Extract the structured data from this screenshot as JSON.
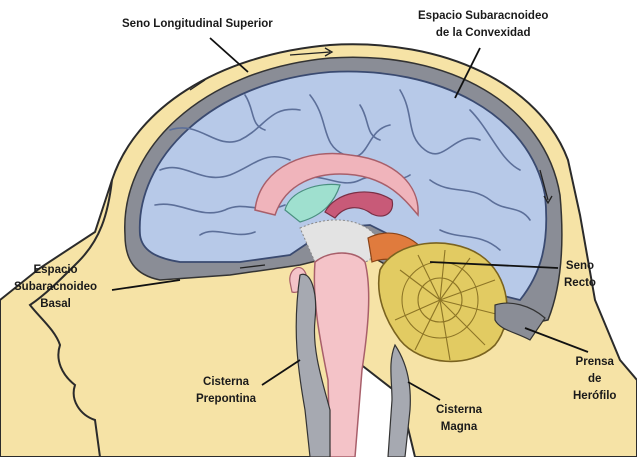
{
  "labels": {
    "seno_longitudinal": "Seno Longitudinal Superior",
    "espacio_convexidad": [
      "Espacio Subaracnoideo",
      "de la Convexidad"
    ],
    "espacio_basal": [
      "Espacio",
      "Subaracnoideo",
      "Basal"
    ],
    "seno_recto": [
      "Seno",
      "Recto"
    ],
    "prensa_herofilo": [
      "Prensa",
      "de",
      "Herófilo"
    ],
    "cisterna_prepontina": [
      "Cisterna",
      "Prepontina"
    ],
    "cisterna_magna": [
      "Cisterna",
      "Magna"
    ]
  },
  "colors": {
    "skin": "#f6e3a6",
    "csf_space": "#8a8d96",
    "brain": "#b7c9e8",
    "brain_sulci": "#5c6f99",
    "brainstem": "#f4c3c8",
    "corpus_callosum": "#f0b4bb",
    "thalamus": "#9fe0cf",
    "fornix": "#c85a78",
    "cerebellum": "#e2cb62",
    "tentorium": "#e07b3d"
  }
}
